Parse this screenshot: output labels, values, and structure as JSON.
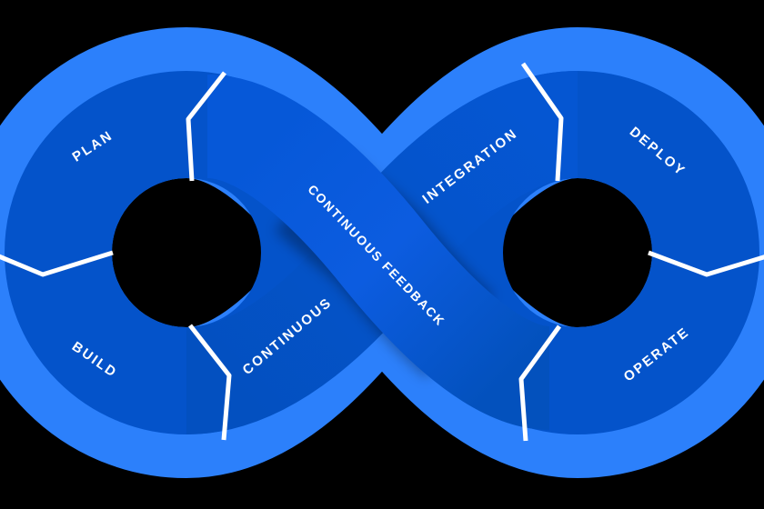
{
  "diagram": {
    "type": "devops-infinity-loop",
    "stages": {
      "plan": "PLAN",
      "build": "BUILD",
      "continuous": "CONTINUOUS",
      "integration": "INTEGRATION",
      "deploy": "DEPLOY",
      "operate": "OPERATE",
      "feedback": "CONTINUOUS FEEDBACK"
    },
    "colors": {
      "background": "#000000",
      "outer_rim": "#2c80fb",
      "ring_segment": "#0453ca",
      "ci_ribbon_start": "#0350c0",
      "ci_ribbon_end": "#0556d2",
      "feedback_ribbon_start": "#0658d8",
      "feedback_ribbon_mid": "#0c5ce0",
      "feedback_ribbon_end": "#0351bd",
      "divider": "#ffffff",
      "label_text": "#ffffff"
    }
  }
}
